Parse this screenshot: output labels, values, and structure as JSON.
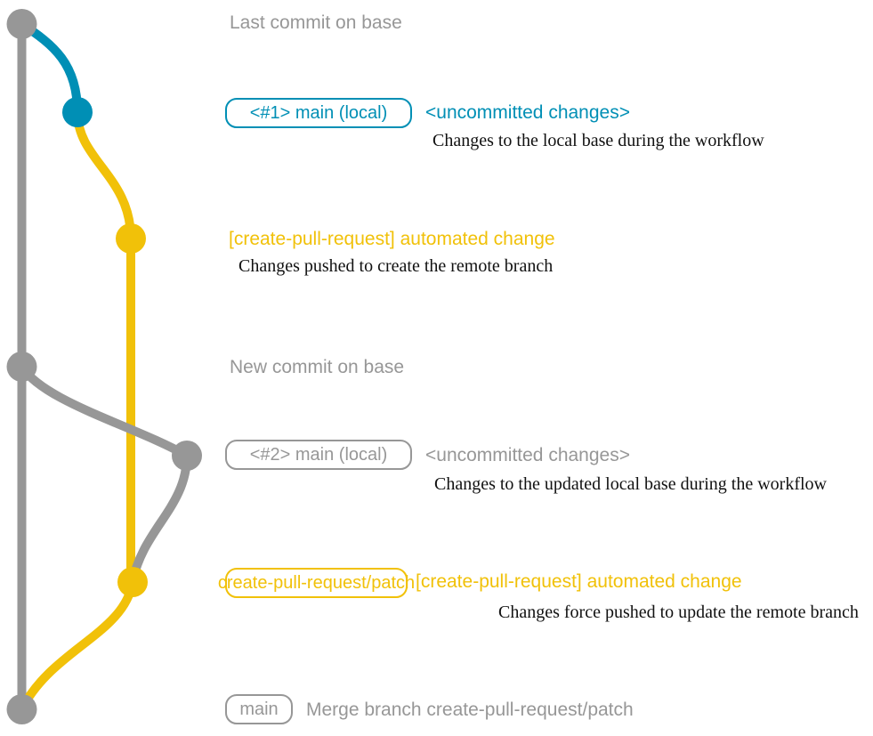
{
  "colors": {
    "gray": "#979797",
    "blue": "#008fb5",
    "yellow": "#f1c109",
    "annotation": "#111111",
    "background": "#ffffff"
  },
  "graph": {
    "type": "git-graph",
    "branches": [
      {
        "role": "base-branch",
        "color": "gray"
      },
      {
        "role": "local-main-during-workflow",
        "color": "blue"
      },
      {
        "role": "create-pull-request-patch",
        "color": "yellow"
      }
    ],
    "commit_dots": [
      "gray",
      "blue",
      "yellow",
      "gray",
      "gray",
      "yellow",
      "gray"
    ]
  },
  "rows": {
    "last_commit": {
      "message": "Last commit on base"
    },
    "uncommitted_1": {
      "branch_label": "<#1> main (local)",
      "message": "<uncommitted changes>",
      "annotation": "Changes to the local base during the workflow"
    },
    "automated_change_1": {
      "message": "[create-pull-request] automated change",
      "annotation": "Changes pushed to create the remote branch"
    },
    "new_commit": {
      "message": "New commit on base"
    },
    "uncommitted_2": {
      "branch_label": "<#2> main (local)",
      "message": "<uncommitted changes>",
      "annotation": "Changes to the updated local base during the workflow"
    },
    "automated_change_2": {
      "branch_label": "create-pull-request/patch",
      "message": "[create-pull-request] automated change",
      "annotation": "Changes force pushed to update the remote branch"
    },
    "merge": {
      "branch_label": "main",
      "message": "Merge branch create-pull-request/patch"
    }
  }
}
